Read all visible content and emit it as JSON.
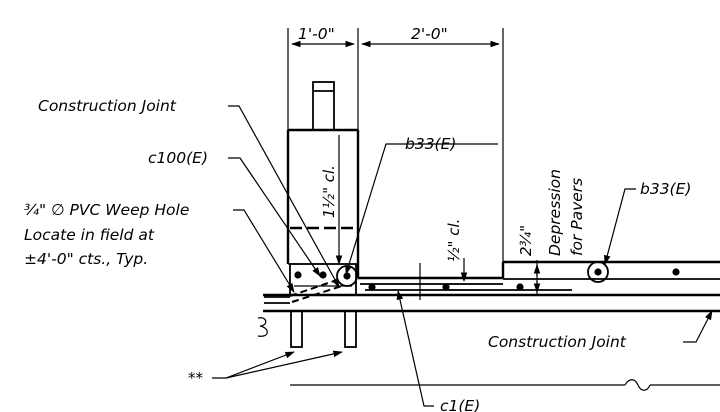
{
  "dimensions": {
    "wall_width": "1'-0\"",
    "offset": "2'-0\"",
    "cover_wall": "1½\" cl.",
    "cover_slab": "½\" cl.",
    "depression": "2¾\""
  },
  "labels": {
    "construction_joint_top": "Construction Joint",
    "bar_c100": "c100(E)",
    "bar_b33_wall": "b33(E)",
    "bar_b33_slab": "b33(E)",
    "weep_hole_line1": "¾\" ∅ PVC Weep Hole",
    "weep_hole_line2": "Locate in field at",
    "weep_hole_line3": "±4'-0\" cts., Typ.",
    "depression_line1": "Depression",
    "depression_line2": "for Pavers",
    "construction_joint_bottom": "Construction Joint",
    "double_asterisk": "**",
    "bar_c1": "c1(E)"
  }
}
